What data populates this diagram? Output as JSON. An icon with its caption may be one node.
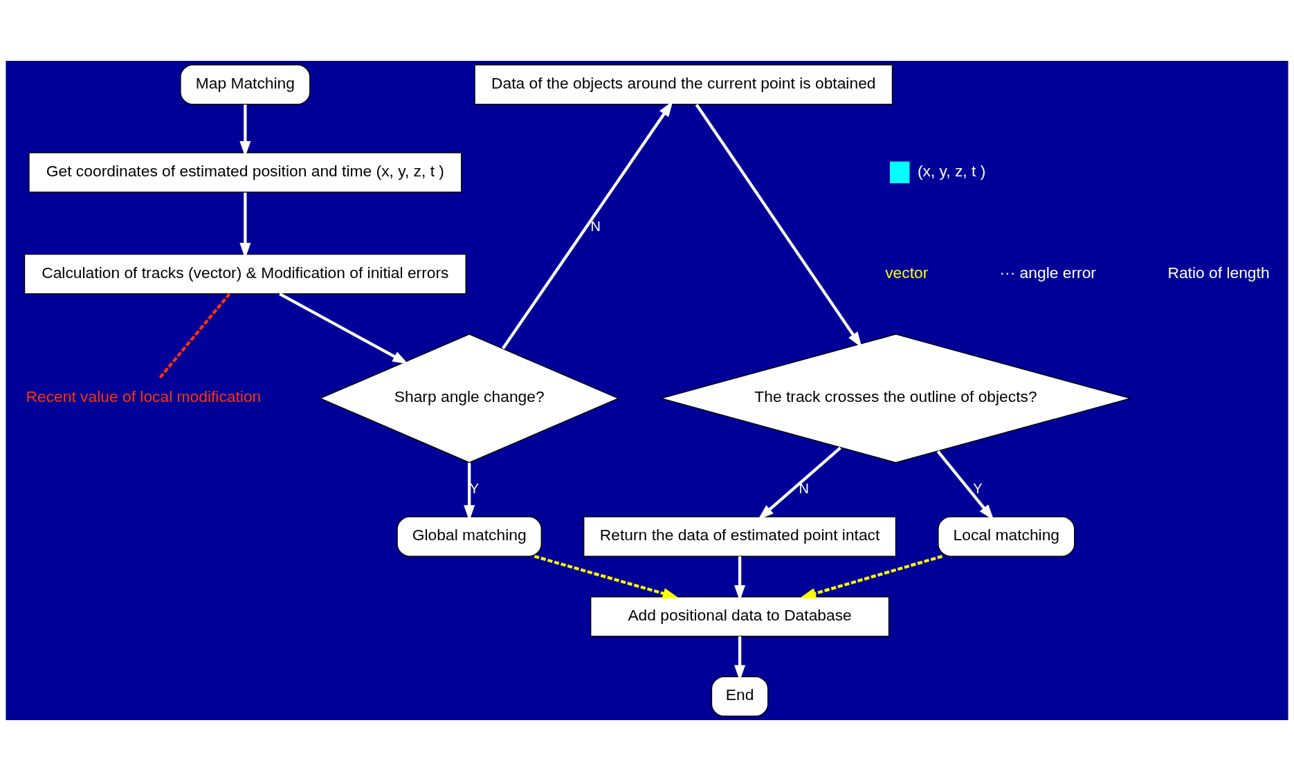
{
  "diagram": {
    "nodes": [
      {
        "text": [
          "Map Matching"
        ]
      },
      {
        "text": [
          "Get coordinates of estimated position and time (x, y, z, t )"
        ]
      },
      {
        "text": [
          "Calculation of tracks (vector) & Modification of initial errors"
        ]
      },
      {
        "text": [
          "Sharp angle change?"
        ]
      },
      {
        "text": [
          "Global matching"
        ]
      },
      {
        "text": [
          "Data of the objects around the current point is obtained"
        ]
      },
      {
        "text": [
          "The track crosses the outline of objects?"
        ]
      },
      {
        "text": [
          "Local matching"
        ]
      },
      {
        "text": [
          "Return the data of estimated point intact"
        ]
      },
      {
        "text": [
          "Add positional data to Database"
        ]
      },
      {
        "text": [
          "End"
        ]
      },
      {
        "text": [
          "Recent value of local modification"
        ]
      }
    ],
    "edges": [
      {
        "from": 0,
        "to": 1,
        "arrow": "to"
      },
      {
        "from": 1,
        "to": 2,
        "arrow": "to"
      },
      {
        "from": 2,
        "to": 3,
        "arrow": "to"
      },
      {
        "from": 3,
        "to": 4,
        "arrow": "to",
        "label": "Y"
      },
      {
        "from": 3,
        "to": 5,
        "arrow": "to",
        "label": "N"
      },
      {
        "from": 5,
        "to": 6,
        "arrow": "to"
      },
      {
        "from": 6,
        "to": 7,
        "arrow": "to",
        "label": "Y"
      },
      {
        "from": 6,
        "to": 8,
        "arrow": "to",
        "label": "N"
      },
      {
        "from": 8,
        "to": 9,
        "arrow": "to"
      },
      {
        "from": 4,
        "to": 9,
        "arrow": "to",
        "style": "dashed",
        "color": "#ffff00"
      },
      {
        "from": 7,
        "to": 9,
        "arrow": "to",
        "style": "dashed",
        "color": "#ffff00"
      },
      {
        "from": 9,
        "to": 10,
        "arrow": "to"
      },
      {
        "from": 2,
        "to": 11,
        "arrow": "none",
        "style": "dashed",
        "color": "#ff3300"
      }
    ],
    "labels": [
      "vector",
      "··· angle error",
      "Ratio of length"
    ],
    "legend": [
      {
        "text": "(x, y, z, t )",
        "color": "#00ffff"
      }
    ]
  }
}
